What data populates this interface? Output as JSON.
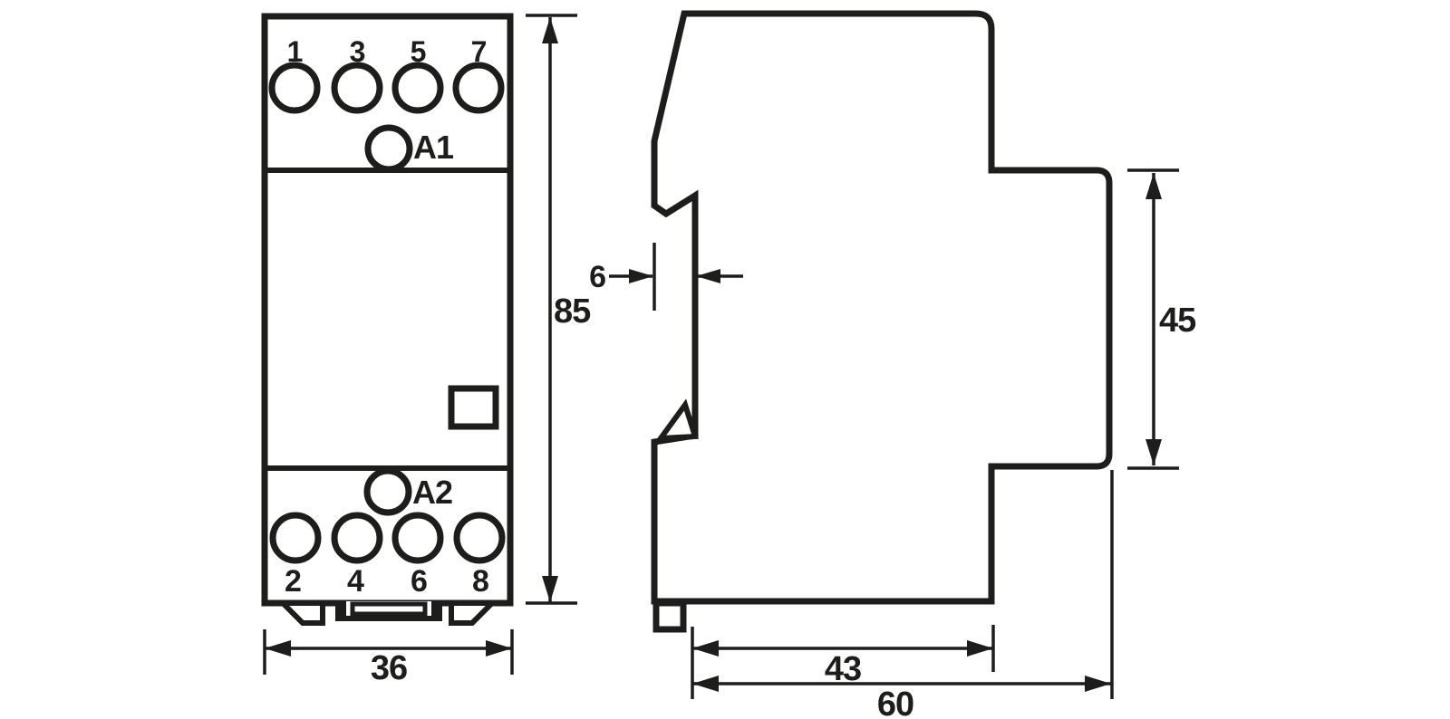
{
  "colors": {
    "line": "#1d1d1b",
    "background": "#ffffff"
  },
  "front_view": {
    "terminals_top": [
      "1",
      "3",
      "5",
      "7"
    ],
    "terminals_bottom": [
      "2",
      "4",
      "6",
      "8"
    ],
    "coil_terminal_top": "A1",
    "coil_terminal_bottom": "A2",
    "width_mm": "36",
    "height_mm": "85"
  },
  "side_view": {
    "din_notch_depth_mm": "6",
    "rear_section_height_mm": "45",
    "body_depth_mm": "43",
    "overall_depth_mm": "60"
  }
}
